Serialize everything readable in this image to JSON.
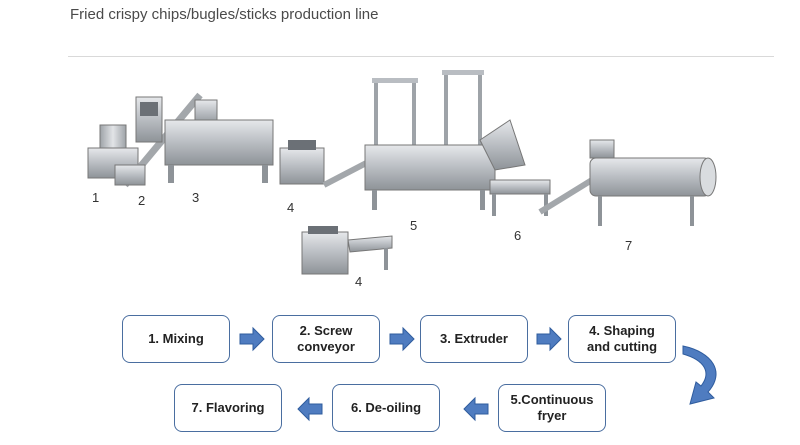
{
  "title": "Fried crispy chips/bugles/sticks production line",
  "machine_numbers": [
    "1",
    "2",
    "3",
    "4",
    "5",
    "6",
    "7",
    "4"
  ],
  "steps": [
    "1. Mixing",
    "2. Screw\nconveyor",
    "3. Extruder",
    "4. Shaping\nand cutting",
    "5.Continuous\nfryer",
    "6. De-oiling",
    "7. Flavoring"
  ],
  "colors": {
    "box_border": "#4a6ea0",
    "arrow": "#4f7cc0",
    "steel": "#c9ccd0"
  }
}
